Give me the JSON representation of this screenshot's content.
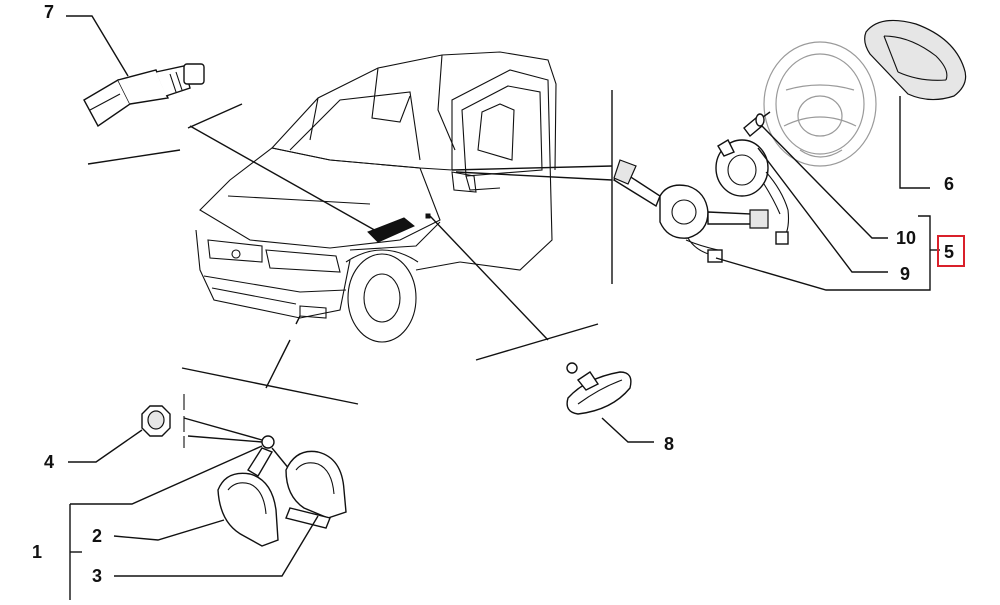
{
  "diagram": {
    "callouts": [
      {
        "id": "c1",
        "label": "1"
      },
      {
        "id": "c2",
        "label": "2"
      },
      {
        "id": "c3",
        "label": "3"
      },
      {
        "id": "c4",
        "label": "4"
      },
      {
        "id": "c5",
        "label": "5"
      },
      {
        "id": "c6",
        "label": "6"
      },
      {
        "id": "c7",
        "label": "7"
      },
      {
        "id": "c8",
        "label": "8"
      },
      {
        "id": "c9",
        "label": "9"
      },
      {
        "id": "c10",
        "label": "10"
      }
    ],
    "colors": {
      "line": "#111111",
      "highlight_box": "#d9202a",
      "steering_wheel_outline": "#9a9a9a"
    }
  }
}
